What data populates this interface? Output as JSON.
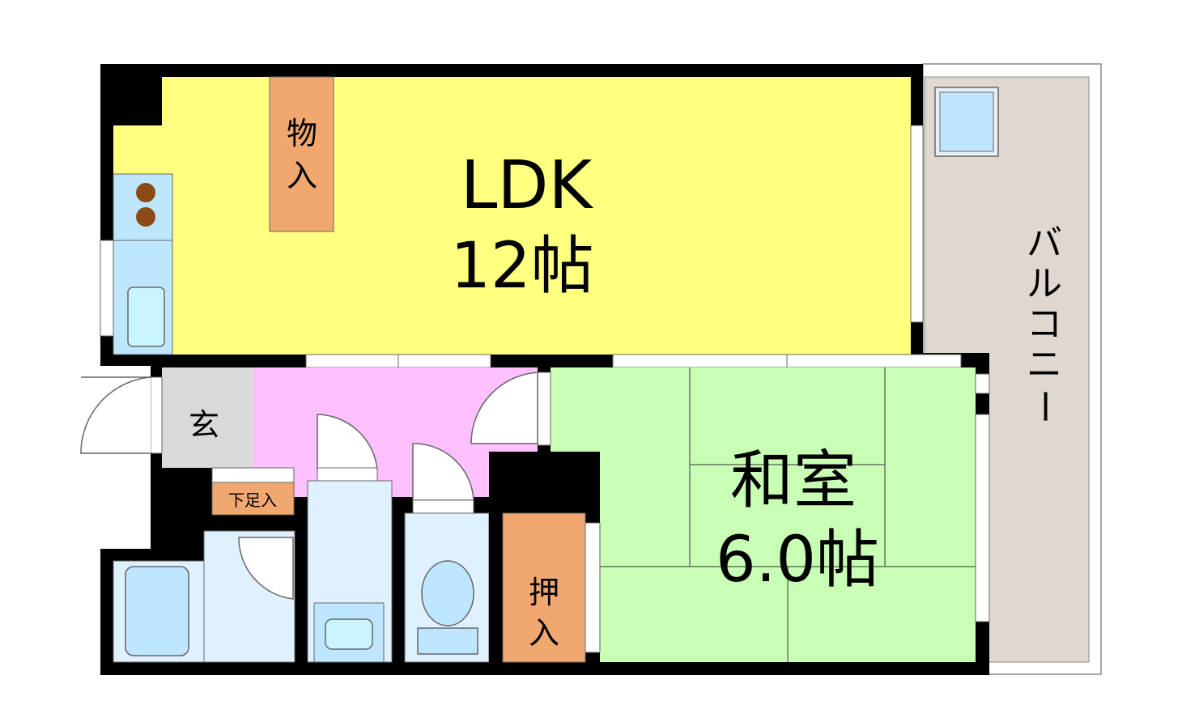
{
  "rooms": {
    "ldk": {
      "name": "LDK",
      "size": "12帖"
    },
    "washitsu": {
      "name": "和室",
      "size": "6.0帖"
    },
    "genkan": {
      "name": "玄"
    },
    "getabako": {
      "name": "下足入"
    },
    "monoire": {
      "chars": [
        "物",
        "入"
      ]
    },
    "oshiire": {
      "chars": [
        "押",
        "入"
      ]
    },
    "balcony": {
      "chars": [
        "バ",
        "ル",
        "コ",
        "ニ",
        "ー"
      ]
    }
  },
  "colors": {
    "wall": "#000000",
    "ldk": "#ffff80",
    "hall": "#ffc0ff",
    "washitsu": "#c8ffb4",
    "genkan": "#d9d9d9",
    "storage": "#f0a870",
    "balcony": "#e0d8d0",
    "wet_area": "#dff0ff",
    "fixture": "#bfe6ff"
  }
}
